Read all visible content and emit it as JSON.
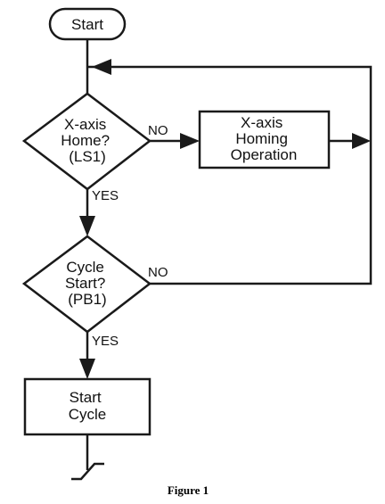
{
  "diagram": {
    "nodes": {
      "start": [
        "Start"
      ],
      "x_axis_home": [
        "X-axis",
        "Home?",
        "(LS1)"
      ],
      "x_axis_homing": [
        "X-axis",
        "Homing",
        "Operation"
      ],
      "cycle_start": [
        "Cycle",
        "Start?",
        "(PB1)"
      ],
      "start_cycle": [
        "Start",
        "Cycle"
      ]
    },
    "edge_labels": {
      "home_no": "NO",
      "home_yes": "YES",
      "cycle_no": "NO",
      "cycle_yes": "YES"
    }
  },
  "caption": "Figure 1"
}
